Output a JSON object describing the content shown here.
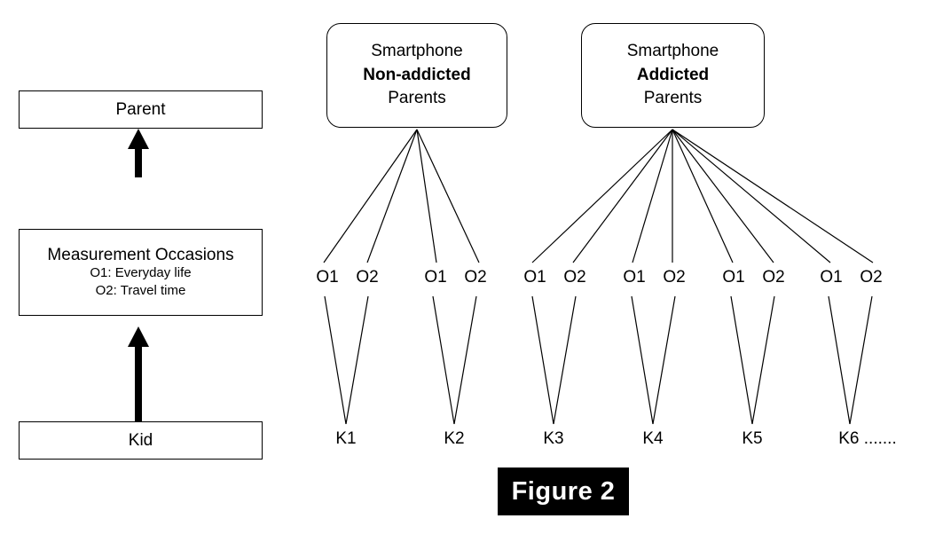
{
  "figure": {
    "caption": "Figure 2",
    "caption_bg": "#000000",
    "caption_fg": "#ffffff"
  },
  "legend_panel": {
    "parent_box": {
      "label": "Parent"
    },
    "measurement_box": {
      "title": "Measurement Occasions",
      "line1": "O1: Everyday life",
      "line2": "O2: Travel time"
    },
    "kid_box": {
      "label": "Kid"
    },
    "arrows": [
      {
        "name": "kid-to-measurement",
        "direction": "up"
      },
      {
        "name": "measurement-to-parent",
        "direction": "up"
      }
    ]
  },
  "groups": [
    {
      "id": "non-addicted",
      "line1": "Smartphone",
      "line2": "Non-addicted",
      "line3": "Parents",
      "kids": [
        "K1",
        "K2"
      ]
    },
    {
      "id": "addicted",
      "line1": "Smartphone",
      "line2": "Addicted",
      "line3": "Parents",
      "kids": [
        "K3",
        "K4",
        "K5",
        "K6 ......."
      ]
    }
  ],
  "occasion_labels": {
    "o1": "O1",
    "o2": "O2"
  },
  "occasions": [
    {
      "o1": "O1",
      "o2": "O2",
      "kid": "K1"
    },
    {
      "o1": "O1",
      "o2": "O2",
      "kid": "K2"
    },
    {
      "o1": "O1",
      "o2": "O2",
      "kid": "K3"
    },
    {
      "o1": "O1",
      "o2": "O2",
      "kid": "K4"
    },
    {
      "o1": "O1",
      "o2": "O2",
      "kid": "K5"
    },
    {
      "o1": "O1",
      "o2": "O2",
      "kid": "K6 ......."
    }
  ],
  "colors": {
    "stroke": "#000000",
    "background": "#ffffff",
    "text": "#000000"
  }
}
